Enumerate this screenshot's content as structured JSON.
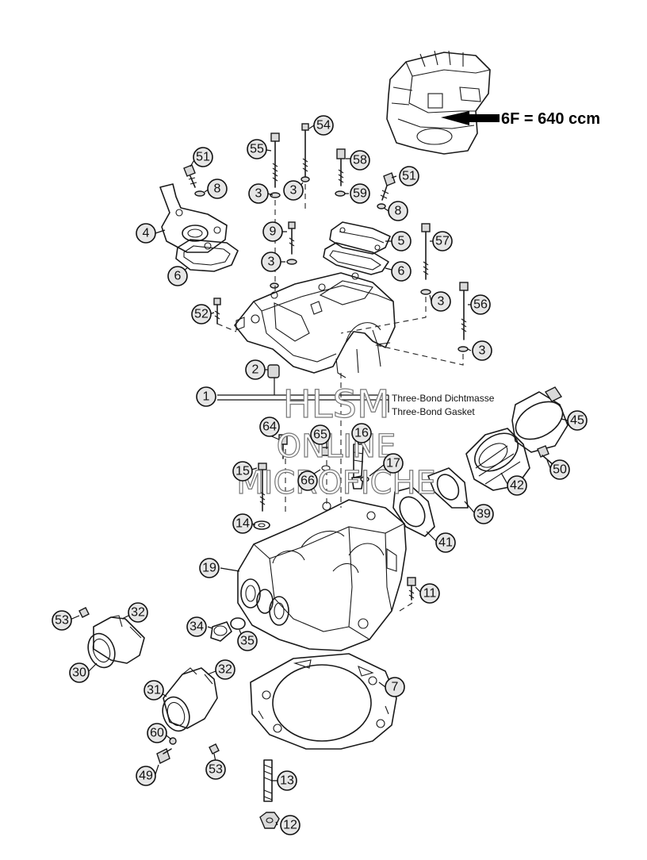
{
  "diagram": {
    "variant_label": "6F = 640 ccm",
    "notes": {
      "line1": "Three-Bond Dichtmasse",
      "line2": "Three-Bond Gasket"
    },
    "watermark": {
      "line1": "HLSM",
      "line2": "ONLINE",
      "line3": "MICROFICHE"
    },
    "callouts": [
      {
        "id": "c1",
        "label": "1"
      },
      {
        "id": "c2",
        "label": "2"
      },
      {
        "id": "c3a",
        "label": "3"
      },
      {
        "id": "c3b",
        "label": "3"
      },
      {
        "id": "c3c",
        "label": "3"
      },
      {
        "id": "c3d",
        "label": "3"
      },
      {
        "id": "c3e",
        "label": "3"
      },
      {
        "id": "c4",
        "label": "4"
      },
      {
        "id": "c5",
        "label": "5"
      },
      {
        "id": "c6a",
        "label": "6"
      },
      {
        "id": "c6b",
        "label": "6"
      },
      {
        "id": "c7",
        "label": "7"
      },
      {
        "id": "c8a",
        "label": "8"
      },
      {
        "id": "c8b",
        "label": "8"
      },
      {
        "id": "c9",
        "label": "9"
      },
      {
        "id": "c11",
        "label": "11"
      },
      {
        "id": "c12",
        "label": "12"
      },
      {
        "id": "c13",
        "label": "13"
      },
      {
        "id": "c14",
        "label": "14"
      },
      {
        "id": "c15",
        "label": "15"
      },
      {
        "id": "c16",
        "label": "16"
      },
      {
        "id": "c17",
        "label": "17"
      },
      {
        "id": "c19",
        "label": "19"
      },
      {
        "id": "c30",
        "label": "30"
      },
      {
        "id": "c31",
        "label": "31"
      },
      {
        "id": "c32a",
        "label": "32"
      },
      {
        "id": "c32b",
        "label": "32"
      },
      {
        "id": "c34",
        "label": "34"
      },
      {
        "id": "c35",
        "label": "35"
      },
      {
        "id": "c39",
        "label": "39"
      },
      {
        "id": "c41",
        "label": "41"
      },
      {
        "id": "c42",
        "label": "42"
      },
      {
        "id": "c45",
        "label": "45"
      },
      {
        "id": "c49",
        "label": "49"
      },
      {
        "id": "c50",
        "label": "50"
      },
      {
        "id": "c51a",
        "label": "51"
      },
      {
        "id": "c51b",
        "label": "51"
      },
      {
        "id": "c52",
        "label": "52"
      },
      {
        "id": "c53a",
        "label": "53"
      },
      {
        "id": "c53b",
        "label": "53"
      },
      {
        "id": "c54",
        "label": "54"
      },
      {
        "id": "c55",
        "label": "55"
      },
      {
        "id": "c56",
        "label": "56"
      },
      {
        "id": "c57",
        "label": "57"
      },
      {
        "id": "c58",
        "label": "58"
      },
      {
        "id": "c59",
        "label": "59"
      },
      {
        "id": "c60",
        "label": "60"
      },
      {
        "id": "c64",
        "label": "64"
      },
      {
        "id": "c65",
        "label": "65"
      },
      {
        "id": "c66",
        "label": "66"
      }
    ]
  }
}
